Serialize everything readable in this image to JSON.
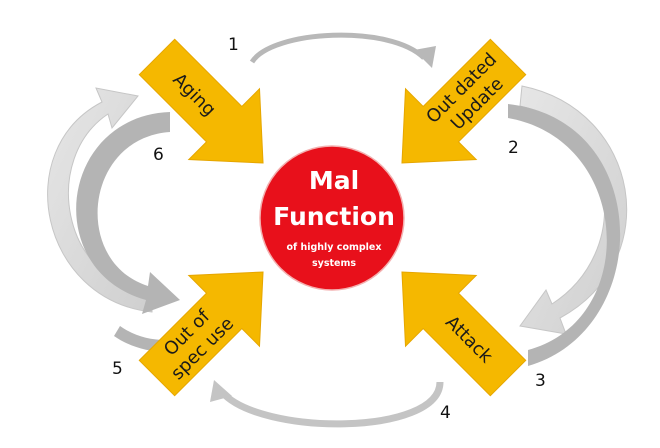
{
  "center": {
    "line1": "Mal",
    "line2": "Function",
    "sub1": "of highly complex",
    "sub2": "systems",
    "color": "#e8101b"
  },
  "arrows": {
    "top_left": {
      "line1": "Aging"
    },
    "top_right": {
      "line1": "Out dated",
      "line2": "Update"
    },
    "bottom_left": {
      "line1": "Out of",
      "line2": "spec use"
    },
    "bottom_right": {
      "line1": "Attack"
    }
  },
  "steps": {
    "s1": "1",
    "s2": "2",
    "s3": "3",
    "s4": "4",
    "s5": "5",
    "s6": "6"
  },
  "colors": {
    "arrow": "#f5b800",
    "arrow_stroke": "#e6a600",
    "curve_dark": "#b4b4b4",
    "curve_light": "#d9d9d9"
  }
}
